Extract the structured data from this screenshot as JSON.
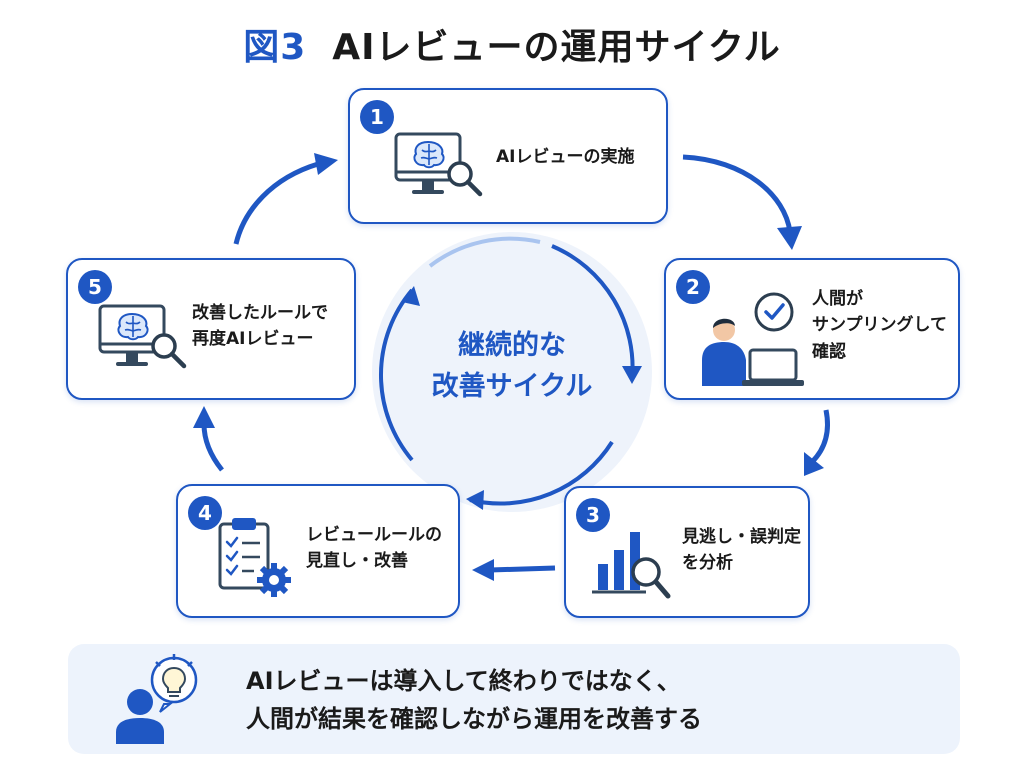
{
  "title": {
    "prefix": "図3",
    "main": "AIレビューの運用サイクル"
  },
  "center": {
    "text": "継続的な\n改善サイクル"
  },
  "steps": [
    {
      "number": "1",
      "label": "AIレビューの実施",
      "icon": "monitor-brain-search-icon"
    },
    {
      "number": "2",
      "label": "人間が\nサンプリングして\n確認",
      "icon": "person-laptop-check-icon"
    },
    {
      "number": "3",
      "label": "見逃し・誤判定\nを分析",
      "icon": "bar-chart-search-icon"
    },
    {
      "number": "4",
      "label": "レビュールールの\n見直し・改善",
      "icon": "clipboard-gear-icon"
    },
    {
      "number": "5",
      "label": "改善したルールで\n再度AIレビュー",
      "icon": "monitor-brain-search-icon"
    }
  ],
  "note": {
    "text": "AIレビューは導入して終わりではなく、\n人間が結果を確認しながら運用を改善する",
    "icon": "person-lightbulb-icon"
  },
  "colors": {
    "accent": "#1f57c3",
    "light": "#a9c4ef",
    "note_bg": "#edf3fc"
  }
}
